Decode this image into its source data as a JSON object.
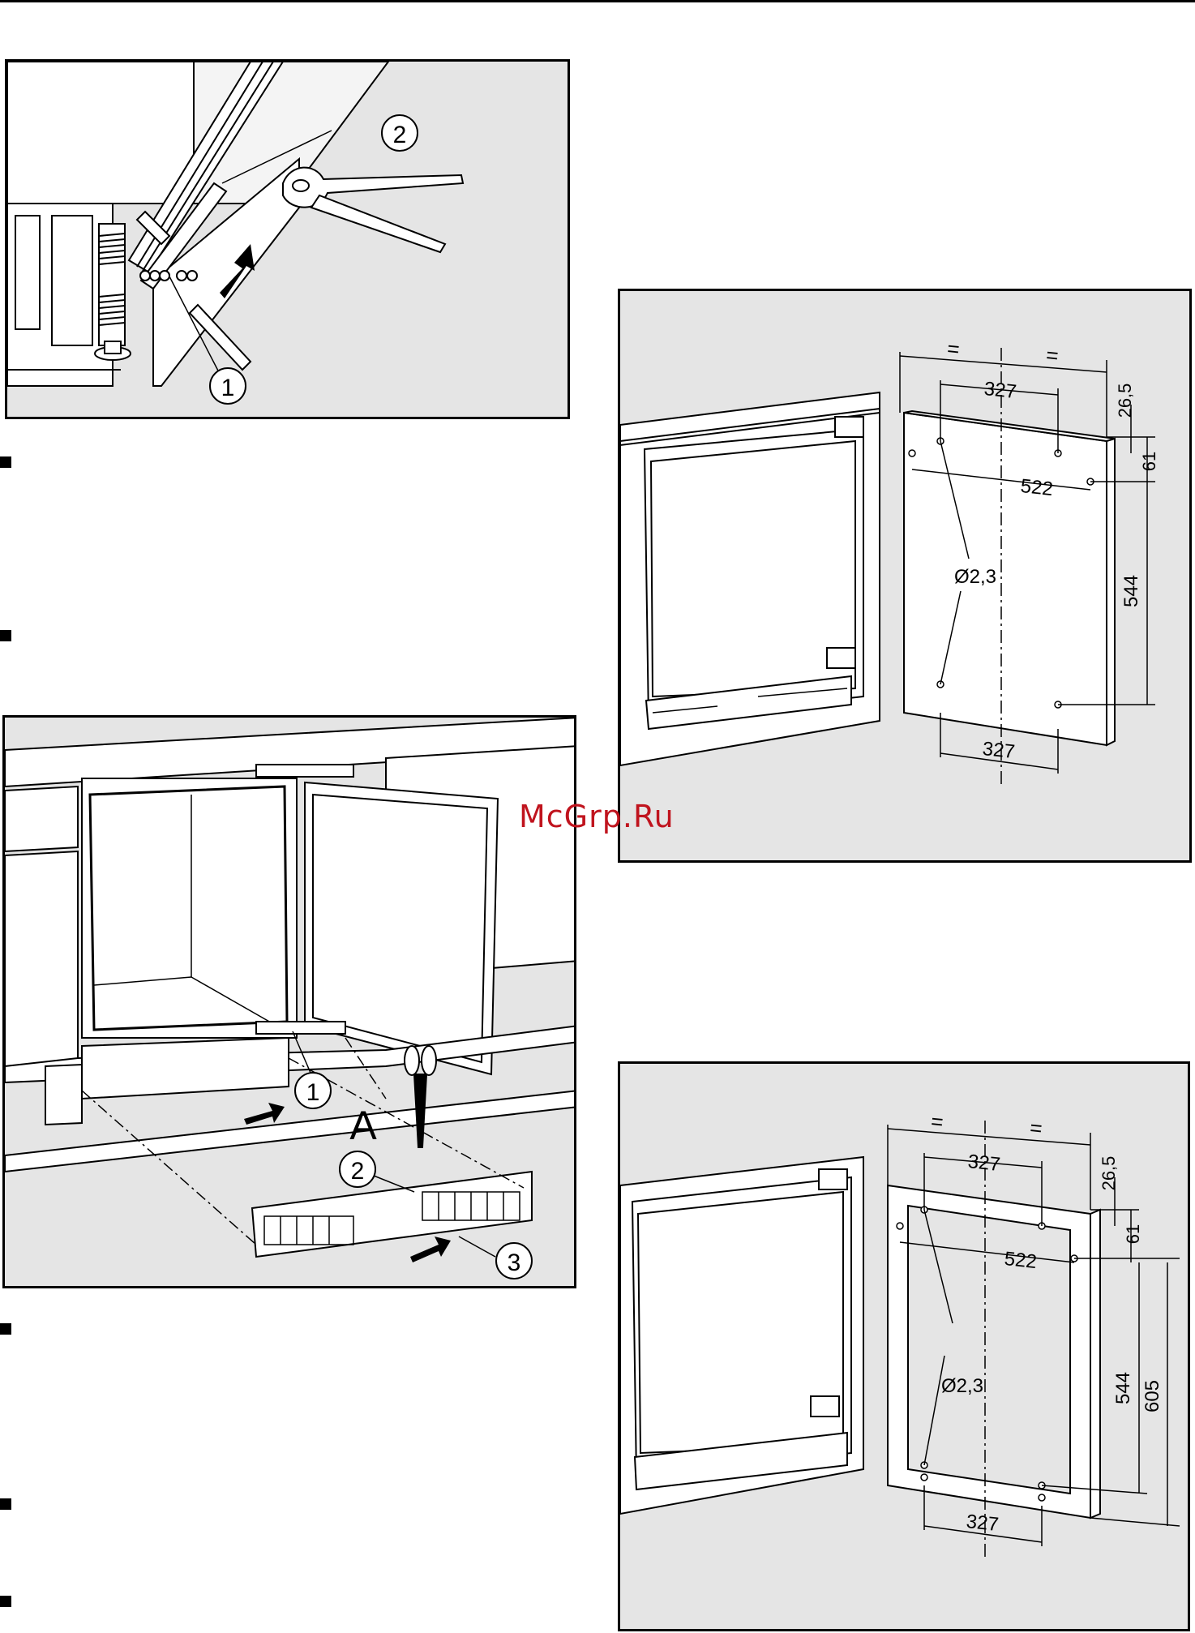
{
  "watermark": "McGrp.Ru",
  "figure1": {
    "callouts": [
      "1",
      "2"
    ]
  },
  "figure2": {
    "callouts": [
      "1",
      "2",
      "3"
    ],
    "label_a": "A"
  },
  "figure3": {
    "dims": {
      "eq_left": "=",
      "eq_right": "=",
      "top_spacing": "327",
      "bottom_spacing": "327",
      "width": "522",
      "height": "544",
      "top_offset": "26,5",
      "hole_offset": "61",
      "hole_dia": "Ø2,3"
    }
  },
  "figure4": {
    "dims": {
      "eq_left": "=",
      "eq_right": "=",
      "top_spacing": "327",
      "bottom_spacing": "327",
      "width": "522",
      "height": "544",
      "height_total": "605",
      "top_offset": "26,5",
      "hole_offset": "61",
      "hole_dia": "Ø2,3"
    }
  },
  "bullets": [
    "",
    "",
    "",
    "",
    ""
  ]
}
